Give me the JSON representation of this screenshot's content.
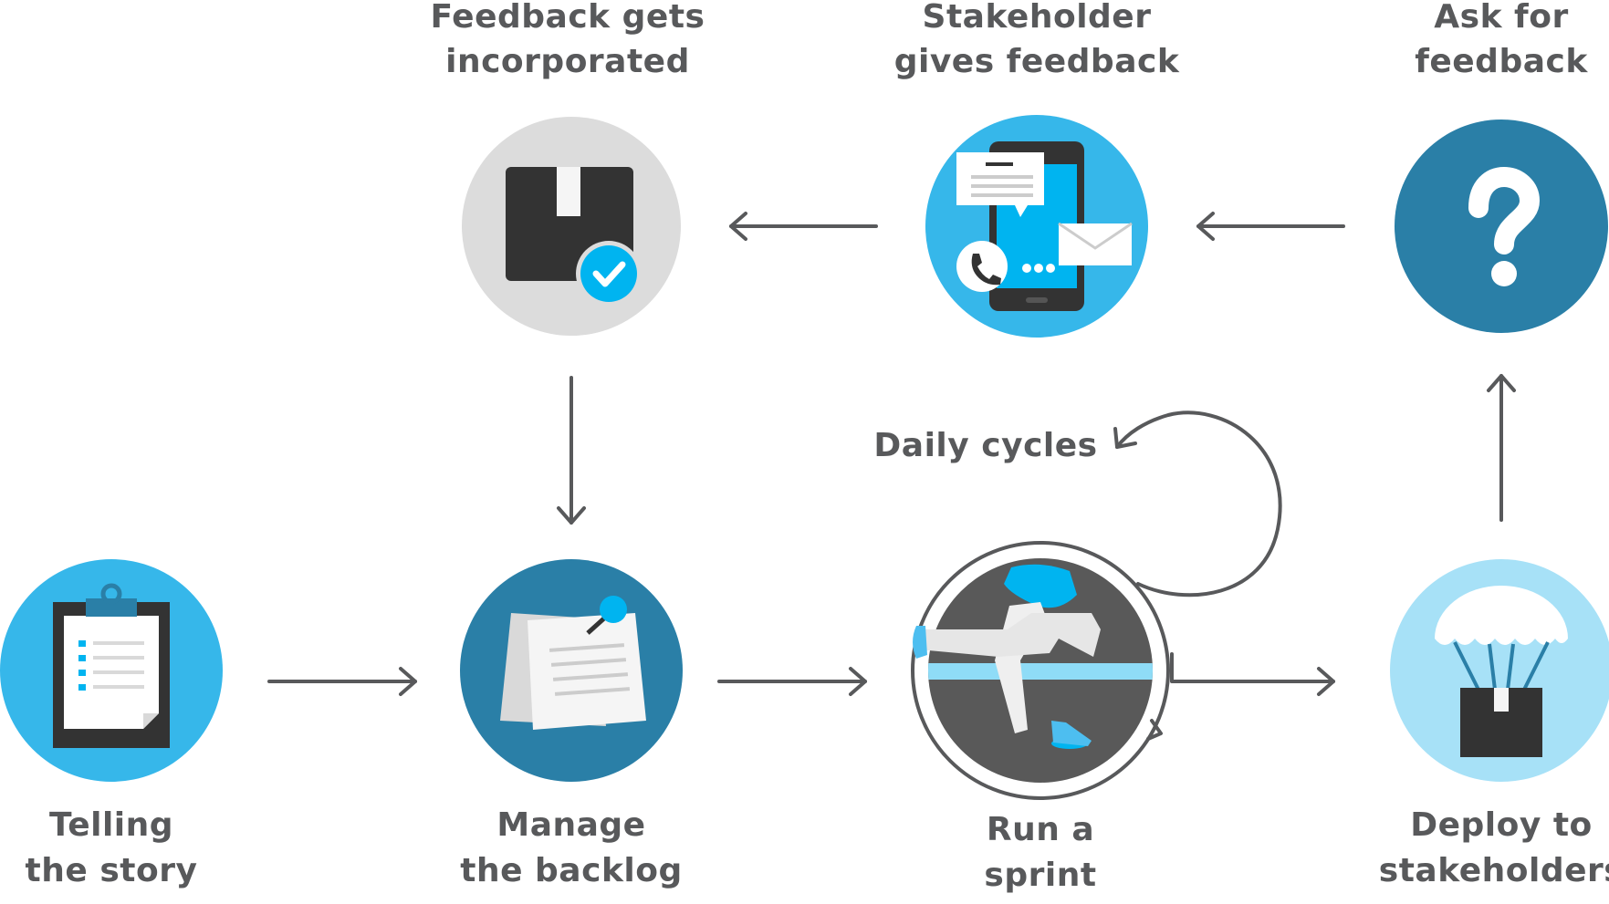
{
  "steps": {
    "telling_story": {
      "line1": "Telling",
      "line2": "the story",
      "icon": "clipboard-icon",
      "color": "#36b7ea"
    },
    "manage_backlog": {
      "line1": "Manage",
      "line2": "the backlog",
      "icon": "pinned-notes-icon",
      "color": "#2a7fa7"
    },
    "run_sprint": {
      "line1": "Run a",
      "line2": "sprint",
      "icon": "runner-treadmill-icon",
      "color": "#595959"
    },
    "deploy": {
      "line1": "Deploy to",
      "line2": "stakeholders",
      "icon": "parachute-box-icon",
      "color": "#a7e1f7"
    },
    "ask_feedback": {
      "line1": "Ask for",
      "line2": "feedback",
      "icon": "question-mark-icon",
      "color": "#2a7fa7"
    },
    "stakeholder_feedback": {
      "line1": "Stakeholder",
      "line2": "gives feedback",
      "icon": "phone-messages-icon",
      "color": "#36b7ea"
    },
    "feedback_incorporated": {
      "line1": "Feedback gets",
      "line2": "incorporated",
      "icon": "box-check-icon",
      "color": "#dcdcdc"
    }
  },
  "daily_cycles": "Daily cycles",
  "colors": {
    "text": "#58595b",
    "arrow": "#58595b",
    "dark": "#333333",
    "accent": "#00b4f0"
  }
}
